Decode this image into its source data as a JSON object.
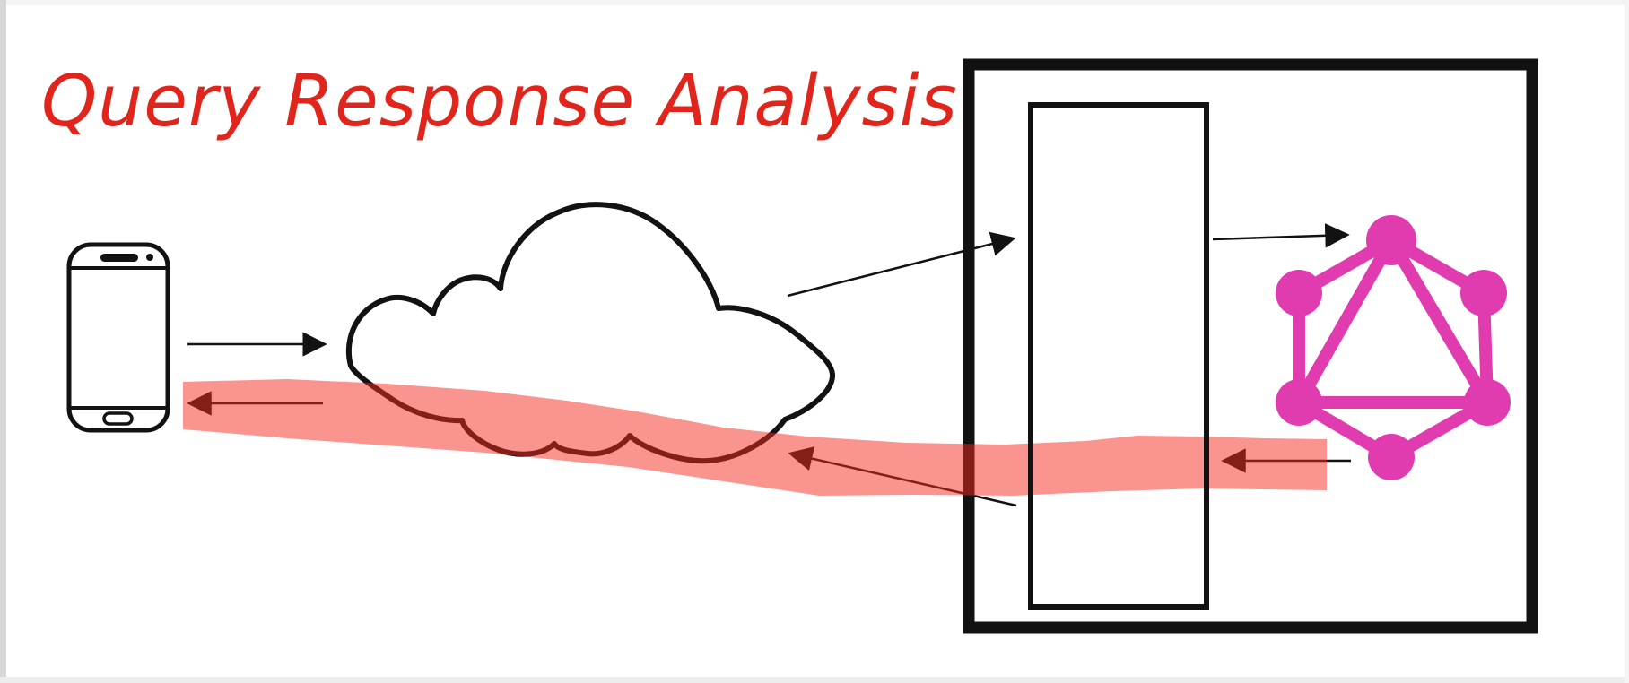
{
  "title": {
    "text": "Query Response Analysis"
  },
  "colors": {
    "title_red": "#e0251c",
    "graphql_pink": "#e13bb0",
    "highlight_red": "#f32920",
    "highlight_opacity": "0.5",
    "ink_black": "#121212"
  },
  "diagram": {
    "kind": "hand-drawn network flow diagram",
    "nodes": [
      {
        "id": "smartphone",
        "icon": "smartphone-icon",
        "description": "mobile client phone outline"
      },
      {
        "id": "internet-cloud",
        "icon": "cloud-icon",
        "description": "hand-drawn cloud (network/internet)"
      },
      {
        "id": "server-boundary",
        "icon": "server-box",
        "description": "thick black rectangle server boundary"
      },
      {
        "id": "server-process",
        "icon": "process-rect",
        "description": "tall thin inner rectangle inside server"
      },
      {
        "id": "graphql-service",
        "icon": "graphql-logo-icon",
        "description": "pink GraphQL hexagon-triangle logo"
      }
    ],
    "request_path": {
      "arrow_style": "thin black arrows",
      "segments": [
        {
          "from": "smartphone",
          "to": "internet-cloud"
        },
        {
          "from": "internet-cloud",
          "to": "server-process"
        },
        {
          "from": "server-process",
          "to": "graphql-service"
        }
      ]
    },
    "response_path": {
      "arrow_style": "thin dark arrows overlaid by translucent red highlight band",
      "highlighted": true,
      "segments": [
        {
          "from": "graphql-service",
          "to": "server-process"
        },
        {
          "from": "server-process",
          "to": "internet-cloud"
        },
        {
          "from": "internet-cloud",
          "to": "smartphone"
        }
      ]
    }
  }
}
